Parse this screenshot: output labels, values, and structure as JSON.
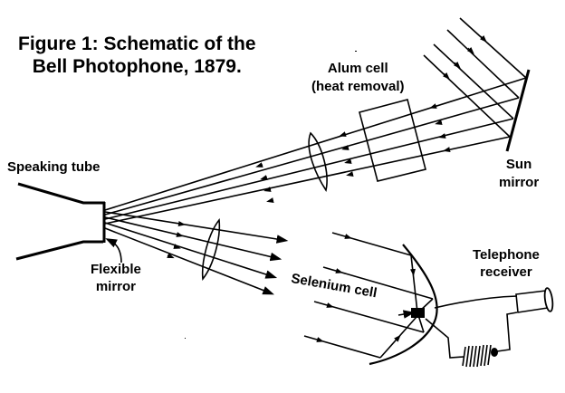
{
  "title": {
    "line1": "Figure 1: Schematic of the",
    "line2": "Bell Photophone, 1879."
  },
  "labels": {
    "alum_cell_line1": "Alum cell",
    "alum_cell_line2": "(heat removal)",
    "sun_mirror_line1": "Sun",
    "sun_mirror_line2": "mirror",
    "speaking_tube": "Speaking tube",
    "flexible_mirror_line1": "Flexible",
    "flexible_mirror_line2": "mirror",
    "selenium_cell": "Selenium cell",
    "telephone_receiver_line1": "Telephone",
    "telephone_receiver_line2": "receiver"
  },
  "colors": {
    "ink": "#000000",
    "background": "#ffffff"
  }
}
